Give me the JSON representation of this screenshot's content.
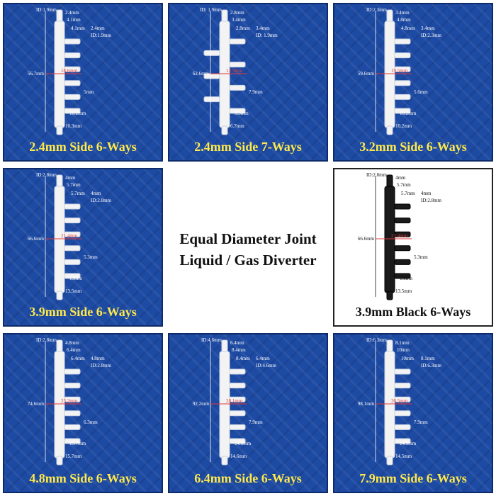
{
  "title": {
    "line1": "Equal Diameter Joint",
    "line2": "Liquid / Gas Diverter"
  },
  "colors": {
    "panel_blue": "#1d4aa3",
    "caption_yellow": "#ffe94a",
    "dim_red": "#e23b3b",
    "part_white": "#f3f3f3",
    "part_black": "#1a1a1a"
  },
  "panels": [
    {
      "caption": "2.4mm Side 6-Ways",
      "theme": "blue",
      "ports": 6,
      "alternating": false,
      "labels": {
        "id_top": "ID:1.9mm",
        "top_len": "2.4mm",
        "collar": "4.1mm",
        "side_od": "4.1mm",
        "side_len": "2.4mm",
        "side_id": "ID:1.9mm",
        "total": "56.7mm",
        "center": "18.6mm",
        "pitch": "5mm",
        "body_w": "10.2mm",
        "tail": "10.3mm"
      }
    },
    {
      "caption": "2.4mm Side 7-Ways",
      "theme": "blue",
      "ports": 7,
      "alternating": true,
      "labels": {
        "id_top": "ID: 1.9mm",
        "top_len": "2.8mm",
        "collar": "3.4mm",
        "side_od": "2.8mm",
        "side_len": "3.4mm",
        "side_id": "ID: 1.9mm",
        "total": "62.6mm",
        "center": "13.9mm",
        "pitch": "7.9mm",
        "body_w": "9.3mm",
        "tail": "6.7mm"
      }
    },
    {
      "caption": "3.2mm Side 6-Ways",
      "theme": "blue",
      "ports": 6,
      "alternating": false,
      "labels": {
        "id_top": "ID:2.3mm",
        "top_len": "3.4mm",
        "collar": "4.8mm",
        "side_od": "4.8mm",
        "side_len": "3.4mm",
        "side_id": "ID:2.3mm",
        "total": "59.6mm",
        "center": "19.5mm",
        "pitch": "5.6mm",
        "body_w": "10.2mm",
        "tail": "10.2mm"
      }
    },
    {
      "caption": "3.9mm Side 6-Ways",
      "theme": "blue",
      "ports": 6,
      "alternating": false,
      "labels": {
        "id_top": "ID:2.8mm",
        "top_len": "4mm",
        "collar": "5.7mm",
        "side_od": "5.7mm",
        "side_len": "4mm",
        "side_id": "ID:2.8mm",
        "total": "66.6mm",
        "center": "21.4mm",
        "pitch": "5.3mm",
        "body_w": "13mm",
        "tail": "13.5mm"
      }
    },
    {
      "caption": "3.9mm Black 6-Ways",
      "theme": "black",
      "ports": 6,
      "alternating": false,
      "labels": {
        "id_top": "ID:2.8mm",
        "top_len": "4mm",
        "collar": "5.7mm",
        "side_od": "5.7mm",
        "side_len": "4mm",
        "side_id": "ID:2.8mm",
        "total": "66.6mm",
        "center": "21.4mm",
        "pitch": "5.3mm",
        "body_w": "13mm",
        "tail": "13.5mm"
      }
    },
    {
      "caption": "4.8mm Side 6-Ways",
      "theme": "blue",
      "ports": 6,
      "alternating": false,
      "labels": {
        "id_top": "ID:2.8mm",
        "top_len": "4.8mm",
        "collar": "6.4mm",
        "side_od": "6.4mm",
        "side_len": "4.8mm",
        "side_id": "ID:2.8mm",
        "total": "74.6mm",
        "center": "23.2mm",
        "pitch": "6.3mm",
        "body_w": "15.7mm",
        "tail": "15.7mm"
      }
    },
    {
      "caption": "6.4mm Side 6-Ways",
      "theme": "blue",
      "ports": 6,
      "alternating": false,
      "labels": {
        "id_top": "ID:4.6mm",
        "top_len": "6.4mm",
        "collar": "8.4mm",
        "side_od": "8.4mm",
        "side_len": "6.4mm",
        "side_id": "ID:4.6mm",
        "total": "92.2mm",
        "center": "28.1mm",
        "pitch": "7.9mm",
        "body_w": "14.6mm",
        "tail": "14.6mm"
      }
    },
    {
      "caption": "7.9mm Side 6-Ways",
      "theme": "blue",
      "ports": 6,
      "alternating": false,
      "labels": {
        "id_top": "ID:6.3mm",
        "top_len": "8.1mm",
        "collar": "10mm",
        "side_od": "10mm",
        "side_len": "8.1mm",
        "side_id": "ID:6.3mm",
        "total": "98.1mm",
        "center": "30.5mm",
        "pitch": "7.9mm",
        "body_w": "14.5mm",
        "tail": "14.5mm"
      }
    }
  ]
}
